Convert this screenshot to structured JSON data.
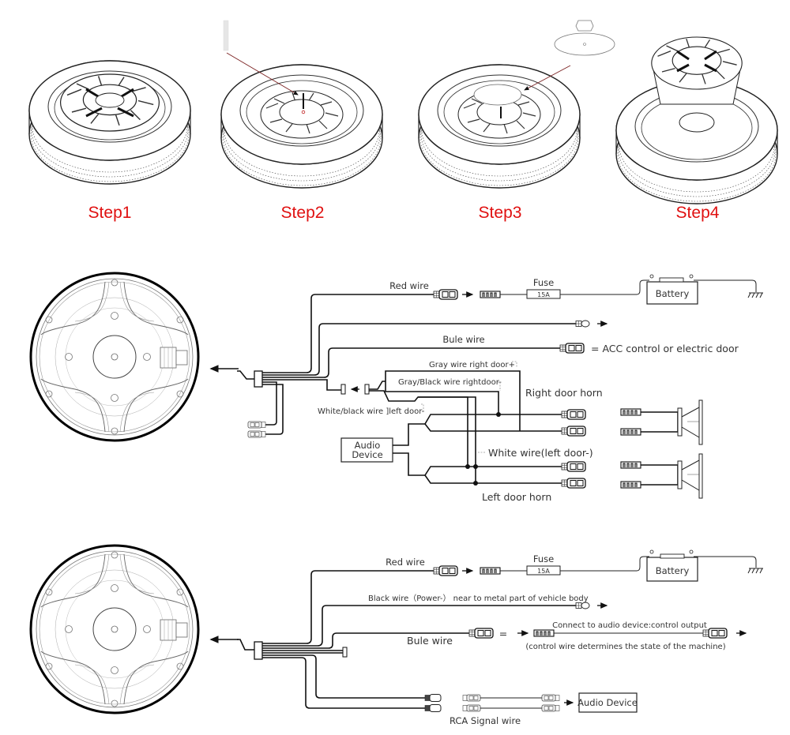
{
  "steps": [
    {
      "label": "Step1"
    },
    {
      "label": "Step2"
    },
    {
      "label": "Step3"
    },
    {
      "label": "Step4"
    }
  ],
  "colors": {
    "step_label": "#e01010",
    "wire": "#111111",
    "text": "#333333"
  },
  "diagram1": {
    "red_wire": "Red wire",
    "fuse_title": "Fuse",
    "fuse_rating": "15A",
    "battery": "Battery",
    "bule_wire": "Bule wire",
    "acc_label": "= ACC control or electric door",
    "gray_right_plus": "Gray wire right door+",
    "grayblack_right_minus": "Gray/Black wire rightdoor-",
    "right_door_horn": "Right door horn",
    "whiteblack_left_minus": "White/black wire ]left door-",
    "audio_device_line1": "Audio",
    "audio_device_line2": "Device",
    "white_left_minus": "White wire(left door-)",
    "left_door_horn": "Left door horn"
  },
  "diagram2": {
    "red_wire": "Red wire",
    "fuse_title": "Fuse",
    "fuse_rating": "15A",
    "battery": "Battery",
    "black_wire": "Black wire（Power-） near to metal part of vehicle body",
    "bule_wire": "Bule wire",
    "equals": "=",
    "connect_label": "Connect to audio device:control output",
    "control_note": "(control wire determines the state of the machine)",
    "rca_label": "RCA Signal wire",
    "audio_device": "Audio Device"
  }
}
